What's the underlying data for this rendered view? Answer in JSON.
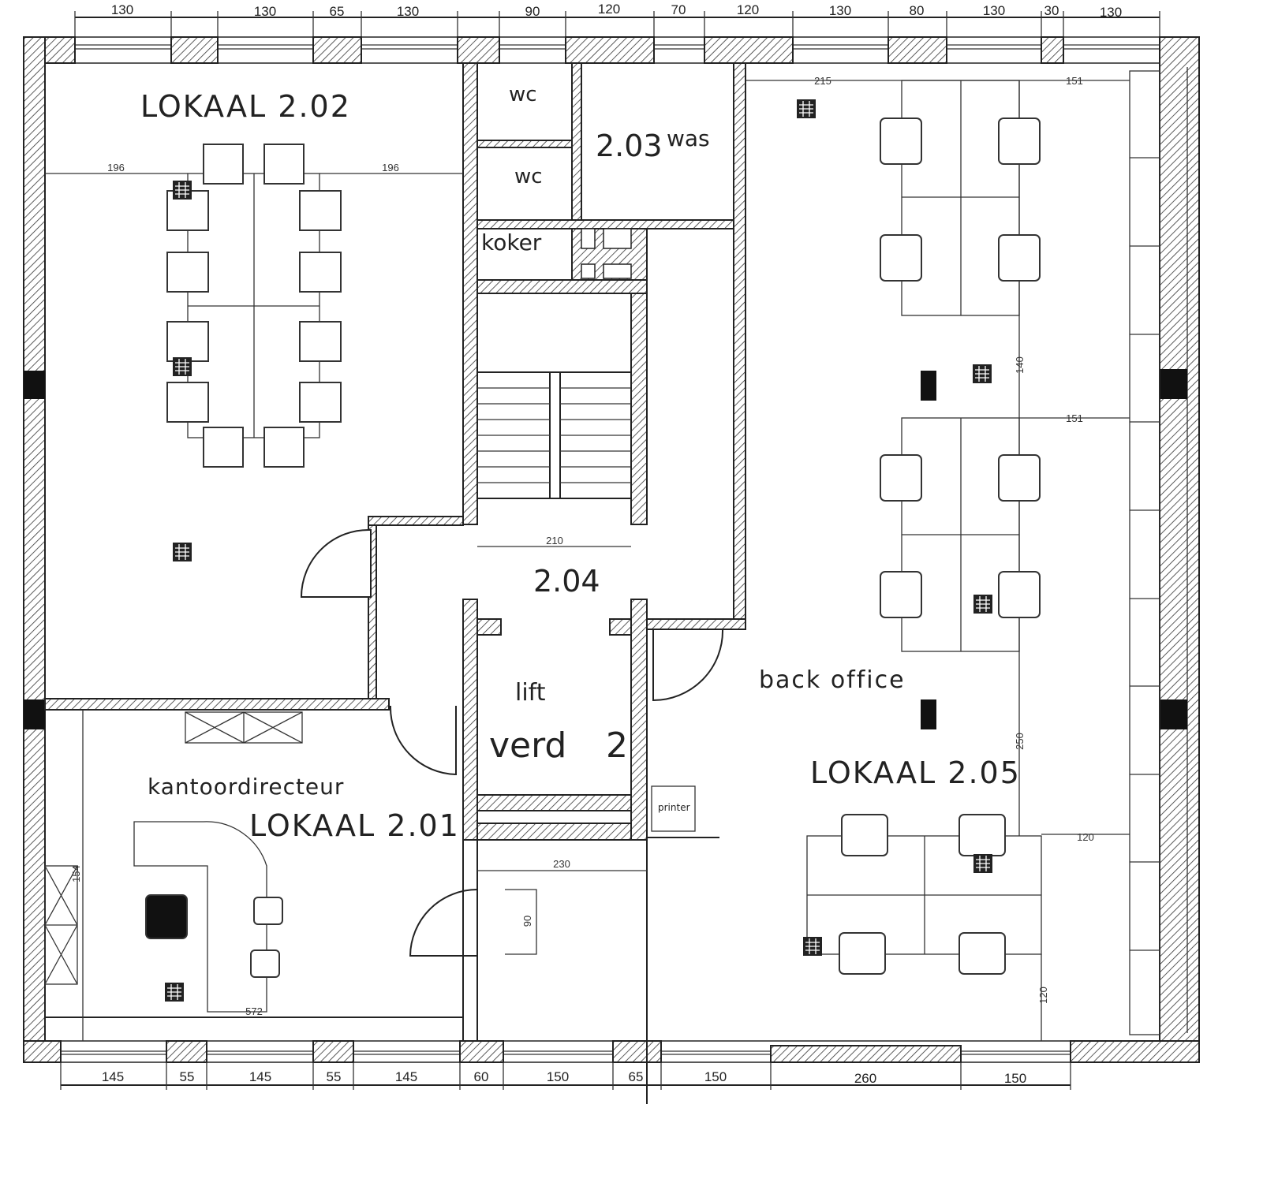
{
  "rooms": {
    "lokaal_202": "LOKAAL 2.02",
    "wc_1": "wc",
    "wc_2": "wc",
    "room_203": "2.03",
    "was": "was",
    "koker": "koker",
    "room_204": "2.04",
    "lift": "lift",
    "verd": "verd",
    "verd_num": "2",
    "back_office": "back office",
    "lokaal_205": "LOKAAL 2.05",
    "kantoordirecteur": "kantoordirecteur",
    "lokaal_201": "LOKAAL 2.01",
    "printer": "printer"
  },
  "dimensions": {
    "top": [
      "130",
      "130",
      "65",
      "130",
      "90",
      "120",
      "70",
      "120",
      "130",
      "80",
      "130",
      "30",
      "130"
    ],
    "bottom": [
      "145",
      "55",
      "145",
      "55",
      "145",
      "60",
      "150",
      "65",
      "150",
      "260",
      "150"
    ],
    "interior": {
      "d196_left": "196",
      "d196_right": "196",
      "d215": "215",
      "d151_top": "151",
      "d140": "140",
      "d151_mid": "151",
      "d210": "210",
      "d250": "250",
      "d120_right": "120",
      "d230": "230",
      "d90": "90",
      "d572": "572",
      "d120_bottom": "120",
      "d154": "154"
    }
  },
  "icons": [
    "network-outlet-icon",
    "chair-icon",
    "door-swing-icon",
    "stair-icon",
    "cabinet-icon",
    "column-icon"
  ],
  "colors": {
    "line": "#222222",
    "background": "#ffffff",
    "outlet_highlight": "#7a4a7a"
  }
}
